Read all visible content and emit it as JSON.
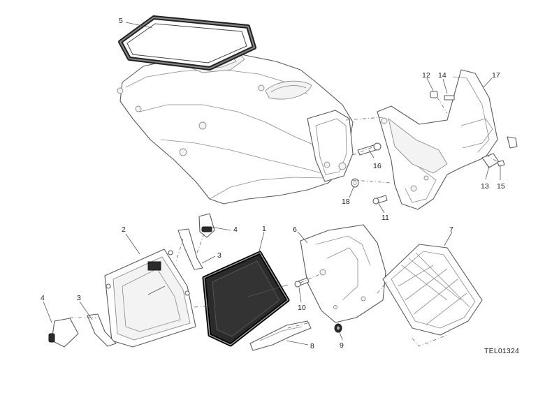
{
  "drawing_code": "TEL01324",
  "callouts": [
    {
      "id": "c5",
      "label": "5"
    },
    {
      "id": "c12",
      "label": "12"
    },
    {
      "id": "c14",
      "label": "14"
    },
    {
      "id": "c17",
      "label": "17"
    },
    {
      "id": "c16",
      "label": "16"
    },
    {
      "id": "c18",
      "label": "18"
    },
    {
      "id": "c13",
      "label": "13"
    },
    {
      "id": "c15",
      "label": "15"
    },
    {
      "id": "c11",
      "label": "11"
    },
    {
      "id": "c2",
      "label": "2"
    },
    {
      "id": "c4a",
      "label": "4"
    },
    {
      "id": "c3a",
      "label": "3"
    },
    {
      "id": "c1",
      "label": "1"
    },
    {
      "id": "c6",
      "label": "6"
    },
    {
      "id": "c7",
      "label": "7"
    },
    {
      "id": "c4b",
      "label": "4"
    },
    {
      "id": "c3b",
      "label": "3"
    },
    {
      "id": "c10",
      "label": "10"
    },
    {
      "id": "c9",
      "label": "9"
    },
    {
      "id": "c8",
      "label": "8"
    }
  ]
}
